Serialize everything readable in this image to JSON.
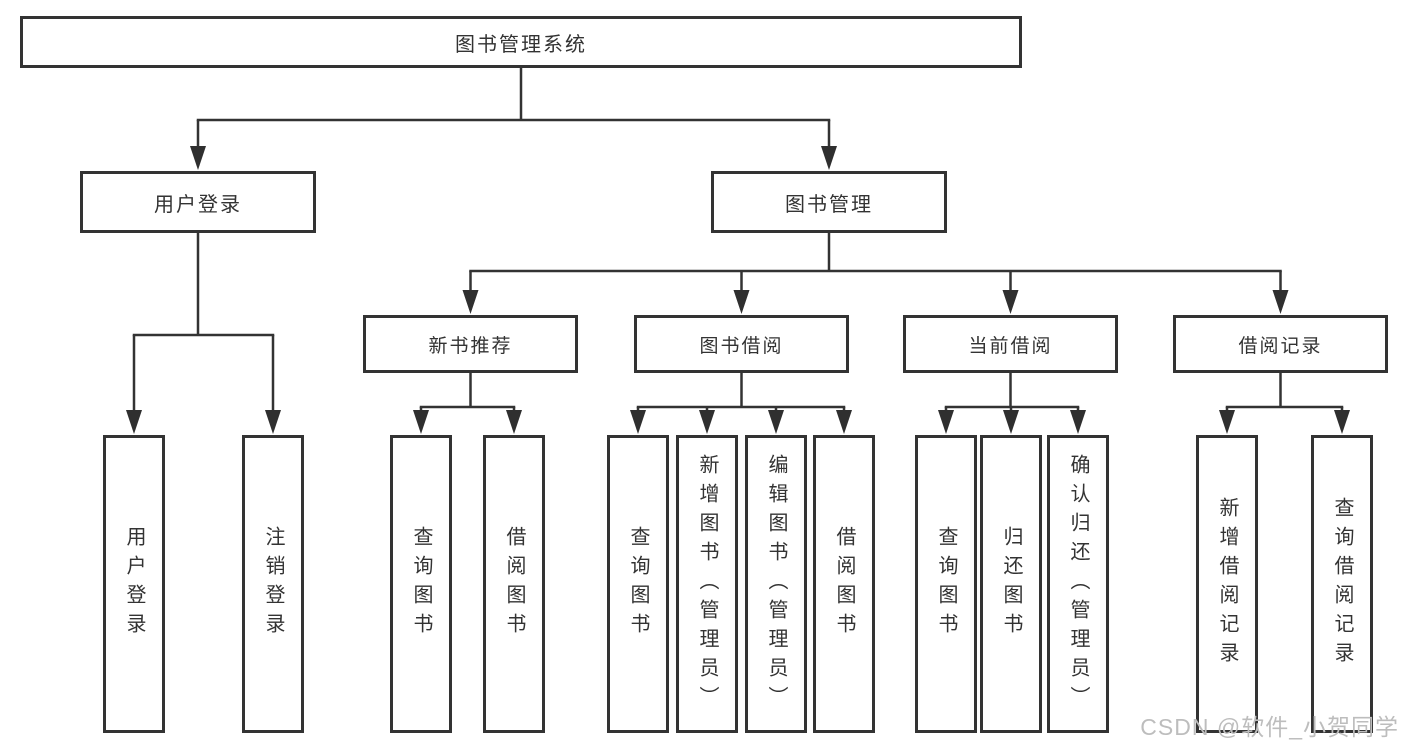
{
  "diagram": {
    "root": {
      "label": "图书管理系统"
    },
    "user": {
      "label": "用户登录",
      "children": [
        {
          "label": "用户登录"
        },
        {
          "label": "注销登录"
        }
      ]
    },
    "book": {
      "label": "图书管理",
      "modules": [
        {
          "label": "新书推荐",
          "children": [
            {
              "label": "查询图书"
            },
            {
              "label": "借阅图书"
            }
          ]
        },
        {
          "label": "图书借阅",
          "children": [
            {
              "label": "查询图书"
            },
            {
              "label": "新增图书（管理员）"
            },
            {
              "label": "编辑图书（管理员）"
            },
            {
              "label": "借阅图书"
            }
          ]
        },
        {
          "label": "当前借阅",
          "children": [
            {
              "label": "查询图书"
            },
            {
              "label": "归还图书"
            },
            {
              "label": "确认归还（管理员）"
            }
          ]
        },
        {
          "label": "借阅记录",
          "children": [
            {
              "label": "新增借阅记录"
            },
            {
              "label": "查询借阅记录"
            }
          ]
        }
      ]
    }
  },
  "watermark": "CSDN @软件_小贺同学",
  "colors": {
    "line": "#333333",
    "box_border": "#333333",
    "text": "#333333",
    "watermark_text": "#bdbdbd",
    "background": "#ffffff"
  }
}
